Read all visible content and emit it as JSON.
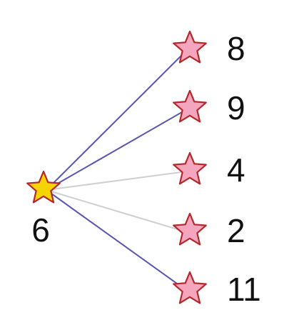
{
  "diagram": {
    "source": {
      "id": "source",
      "label": "6",
      "icon": "star-icon",
      "fill": "#f6d400",
      "stroke": "#b4282b"
    },
    "targets": [
      {
        "id": "t8",
        "label": "8",
        "icon": "star-icon",
        "fill": "#f4a6bf",
        "stroke": "#b4282b",
        "edge_color": "#5856b0"
      },
      {
        "id": "t9",
        "label": "9",
        "icon": "star-icon",
        "fill": "#f4a6bf",
        "stroke": "#b4282b",
        "edge_color": "#5856b0"
      },
      {
        "id": "t4",
        "label": "4",
        "icon": "star-icon",
        "fill": "#f4a6bf",
        "stroke": "#b4282b",
        "edge_color": "#cfcfcf"
      },
      {
        "id": "t2",
        "label": "2",
        "icon": "star-icon",
        "fill": "#f4a6bf",
        "stroke": "#b4282b",
        "edge_color": "#cfcfcf"
      },
      {
        "id": "t11",
        "label": "11",
        "icon": "star-icon",
        "fill": "#f4a6bf",
        "stroke": "#b4282b",
        "edge_color": "#5856b0"
      }
    ]
  }
}
